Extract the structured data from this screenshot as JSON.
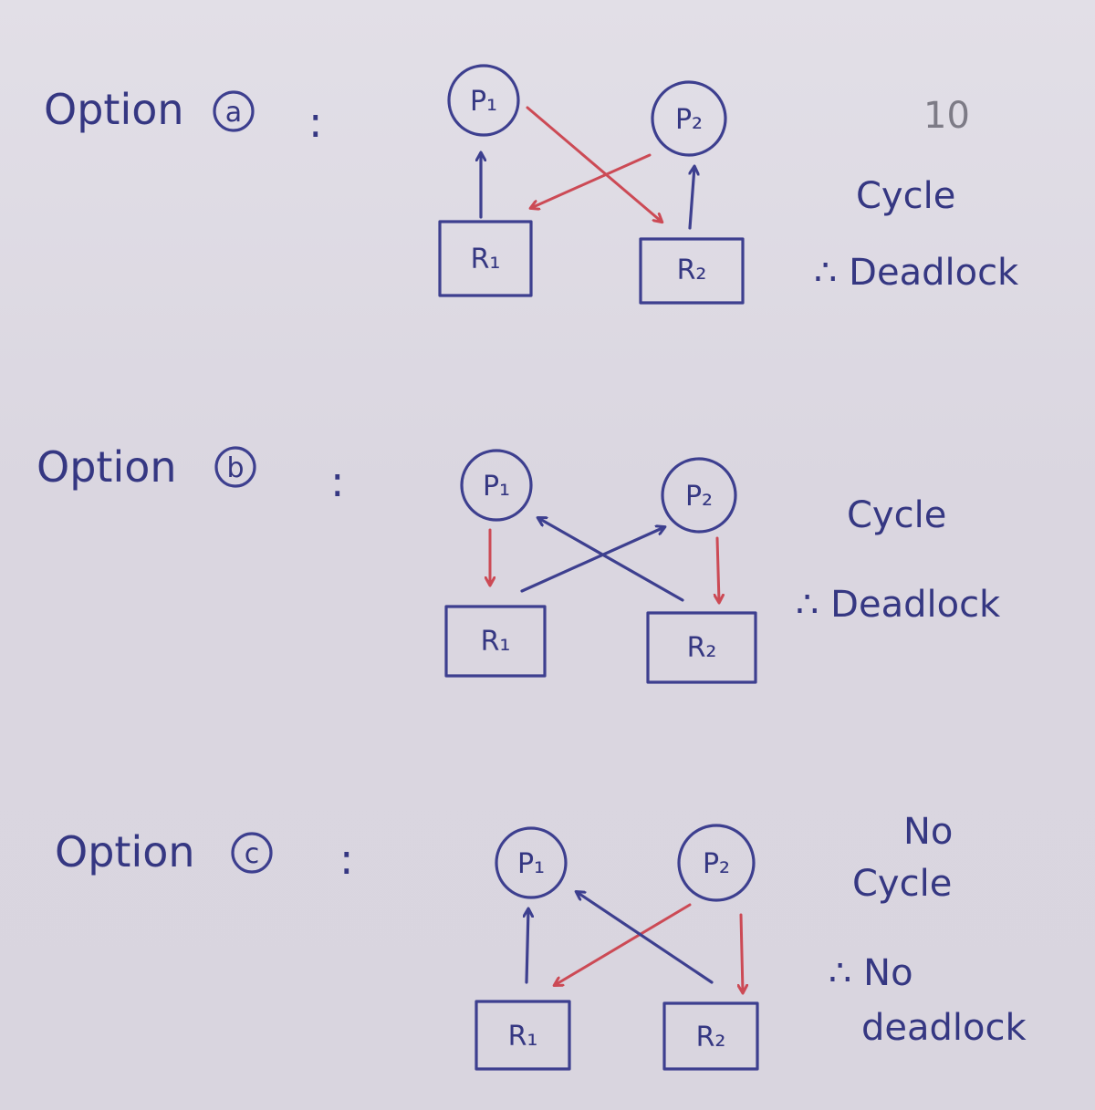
{
  "page_number": "10",
  "options": [
    {
      "label": "Option",
      "marker": "a",
      "colon": ":",
      "nodes": {
        "P1": "P₁",
        "P2": "P₂",
        "R1": "R₁",
        "R2": "R₂"
      },
      "conclusion": [
        "Cycle",
        "∴ Deadlock"
      ]
    },
    {
      "label": "Option",
      "marker": "b",
      "colon": ":",
      "nodes": {
        "P1": "P₁",
        "P2": "P₂",
        "R1": "R₁",
        "R2": "R₂"
      },
      "conclusion": [
        "Cycle",
        "∴ Deadlock"
      ]
    },
    {
      "label": "Option",
      "marker": "c",
      "colon": ":",
      "nodes": {
        "P1": "P₁",
        "P2": "P₂",
        "R1": "R₁",
        "R2": "R₂"
      },
      "conclusion": [
        "No",
        "Cycle",
        "∴ No",
        "deadlock"
      ]
    }
  ],
  "colors": {
    "ink": "#3d3f8f",
    "red_ink": "#cc4a55",
    "paper": "#e0dde6"
  }
}
